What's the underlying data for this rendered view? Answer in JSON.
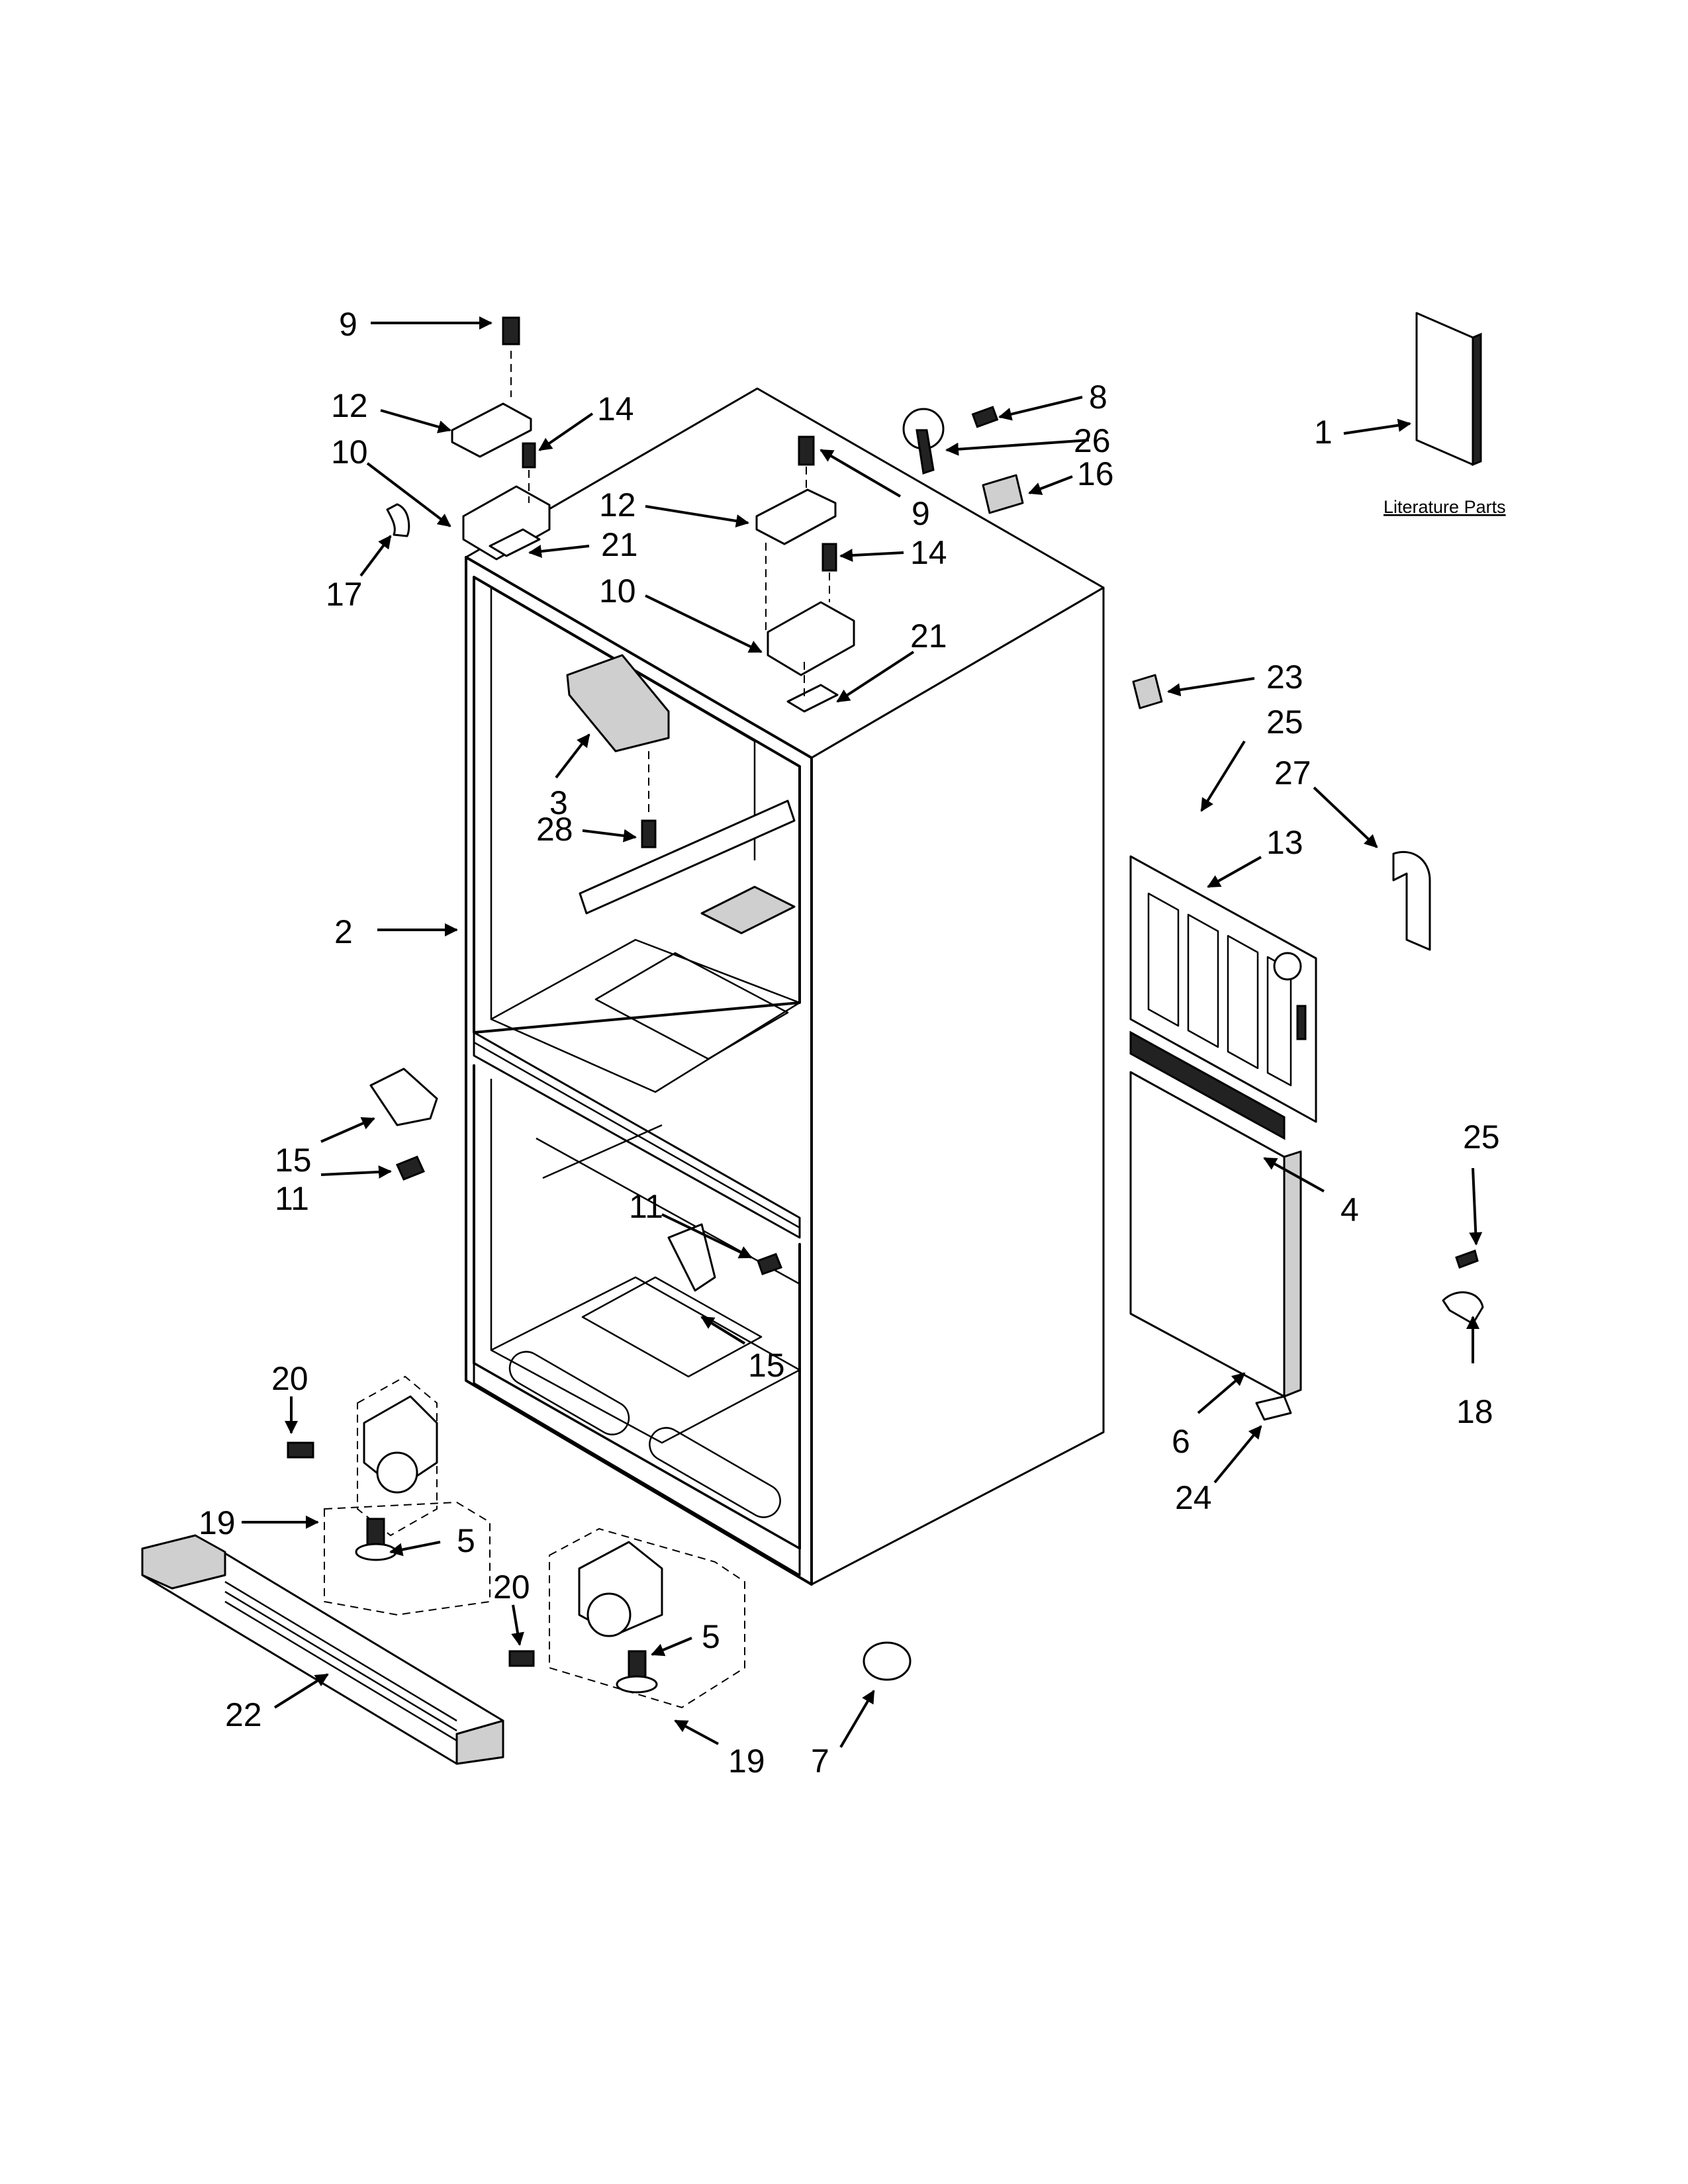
{
  "literature": {
    "label": "Literature Parts"
  },
  "callouts": [
    {
      "id": "c9a",
      "text": "9"
    },
    {
      "id": "c12a",
      "text": "12"
    },
    {
      "id": "c14a",
      "text": "14"
    },
    {
      "id": "c10a",
      "text": "10"
    },
    {
      "id": "c21a",
      "text": "21"
    },
    {
      "id": "c17",
      "text": "17"
    },
    {
      "id": "c12b",
      "text": "12"
    },
    {
      "id": "c9b",
      "text": "9"
    },
    {
      "id": "c14b",
      "text": "14"
    },
    {
      "id": "c10b",
      "text": "10"
    },
    {
      "id": "c21b",
      "text": "21"
    },
    {
      "id": "c8",
      "text": "8"
    },
    {
      "id": "c26",
      "text": "26"
    },
    {
      "id": "c16",
      "text": "16"
    },
    {
      "id": "c1",
      "text": "1"
    },
    {
      "id": "c23",
      "text": "23"
    },
    {
      "id": "c25a",
      "text": "25"
    },
    {
      "id": "c27",
      "text": "27"
    },
    {
      "id": "c13",
      "text": "13"
    },
    {
      "id": "c3",
      "text": "3"
    },
    {
      "id": "c28",
      "text": "28"
    },
    {
      "id": "c2",
      "text": "2"
    },
    {
      "id": "c15a",
      "text": "15"
    },
    {
      "id": "c11a",
      "text": "11"
    },
    {
      "id": "c11b",
      "text": "11"
    },
    {
      "id": "c15b",
      "text": "15"
    },
    {
      "id": "c4",
      "text": "4"
    },
    {
      "id": "c25b",
      "text": "25"
    },
    {
      "id": "c18",
      "text": "18"
    },
    {
      "id": "c6",
      "text": "6"
    },
    {
      "id": "c24",
      "text": "24"
    },
    {
      "id": "c20a",
      "text": "20"
    },
    {
      "id": "c19a",
      "text": "19"
    },
    {
      "id": "c5a",
      "text": "5"
    },
    {
      "id": "c20b",
      "text": "20"
    },
    {
      "id": "c5b",
      "text": "5"
    },
    {
      "id": "c22",
      "text": "22"
    },
    {
      "id": "c19b",
      "text": "19"
    },
    {
      "id": "c7",
      "text": "7"
    }
  ]
}
